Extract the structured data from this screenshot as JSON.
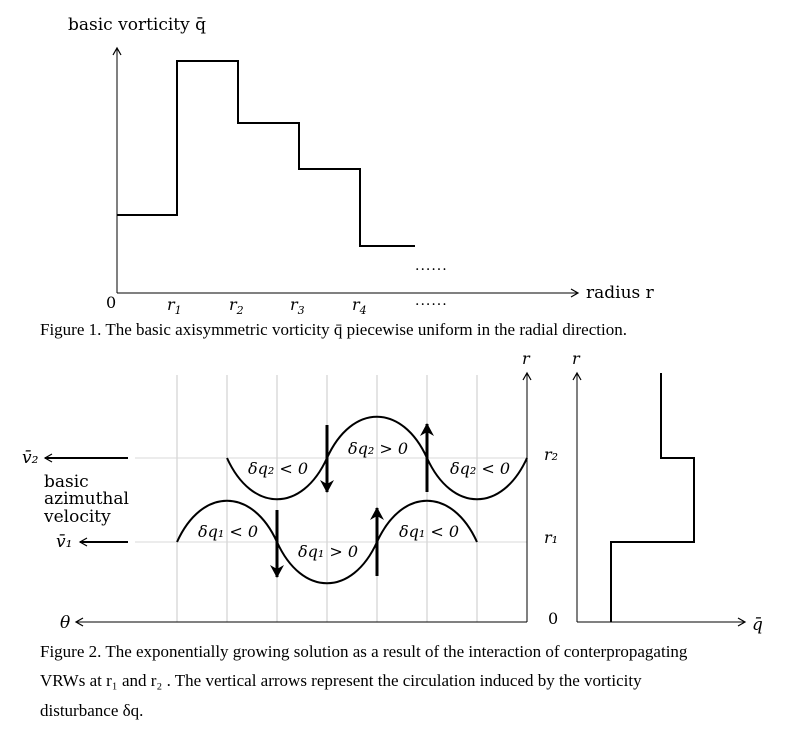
{
  "figure1": {
    "y_axis_label": "basic vorticity q̄",
    "x_axis_label": "radius r",
    "origin_label": "0",
    "tick_labels": [
      "r1",
      "r2",
      "r3",
      "r4"
    ],
    "dots_upper": "......",
    "dots_lower": "......",
    "caption": "Figure 1. The basic axisymmetric vorticity  q̄  piecewise uniform in the radial direction."
  },
  "figure2": {
    "wave_labels": {
      "upper_left": "δq₂ < 0",
      "upper_mid": "δq₂ > 0",
      "upper_right": "δq₂ < 0",
      "lower_left": "δq₁ < 0",
      "lower_mid": "δq₁ > 0",
      "lower_right": "δq₁ < 0"
    },
    "velocity_labels": {
      "v2": "v̄₂",
      "v1": "v̄₁",
      "basic_line1": "basic",
      "basic_line2": "azimuthal",
      "basic_line3": "velocity"
    },
    "theta_label": "θ",
    "r_label_left": "r",
    "r_label_right": "r",
    "r2_label": "r₂",
    "r1_label": "r₁",
    "zero_label": "0",
    "q_label": "q̄",
    "caption_line1": "Figure 2. The exponentially growing solution as a result of the interaction of conterpropagating",
    "caption_line2": "VRWs at  r₁  and  r₂ . The vertical arrows represent the circulation induced by the vorticity",
    "caption_line3": "disturbance  δq."
  }
}
